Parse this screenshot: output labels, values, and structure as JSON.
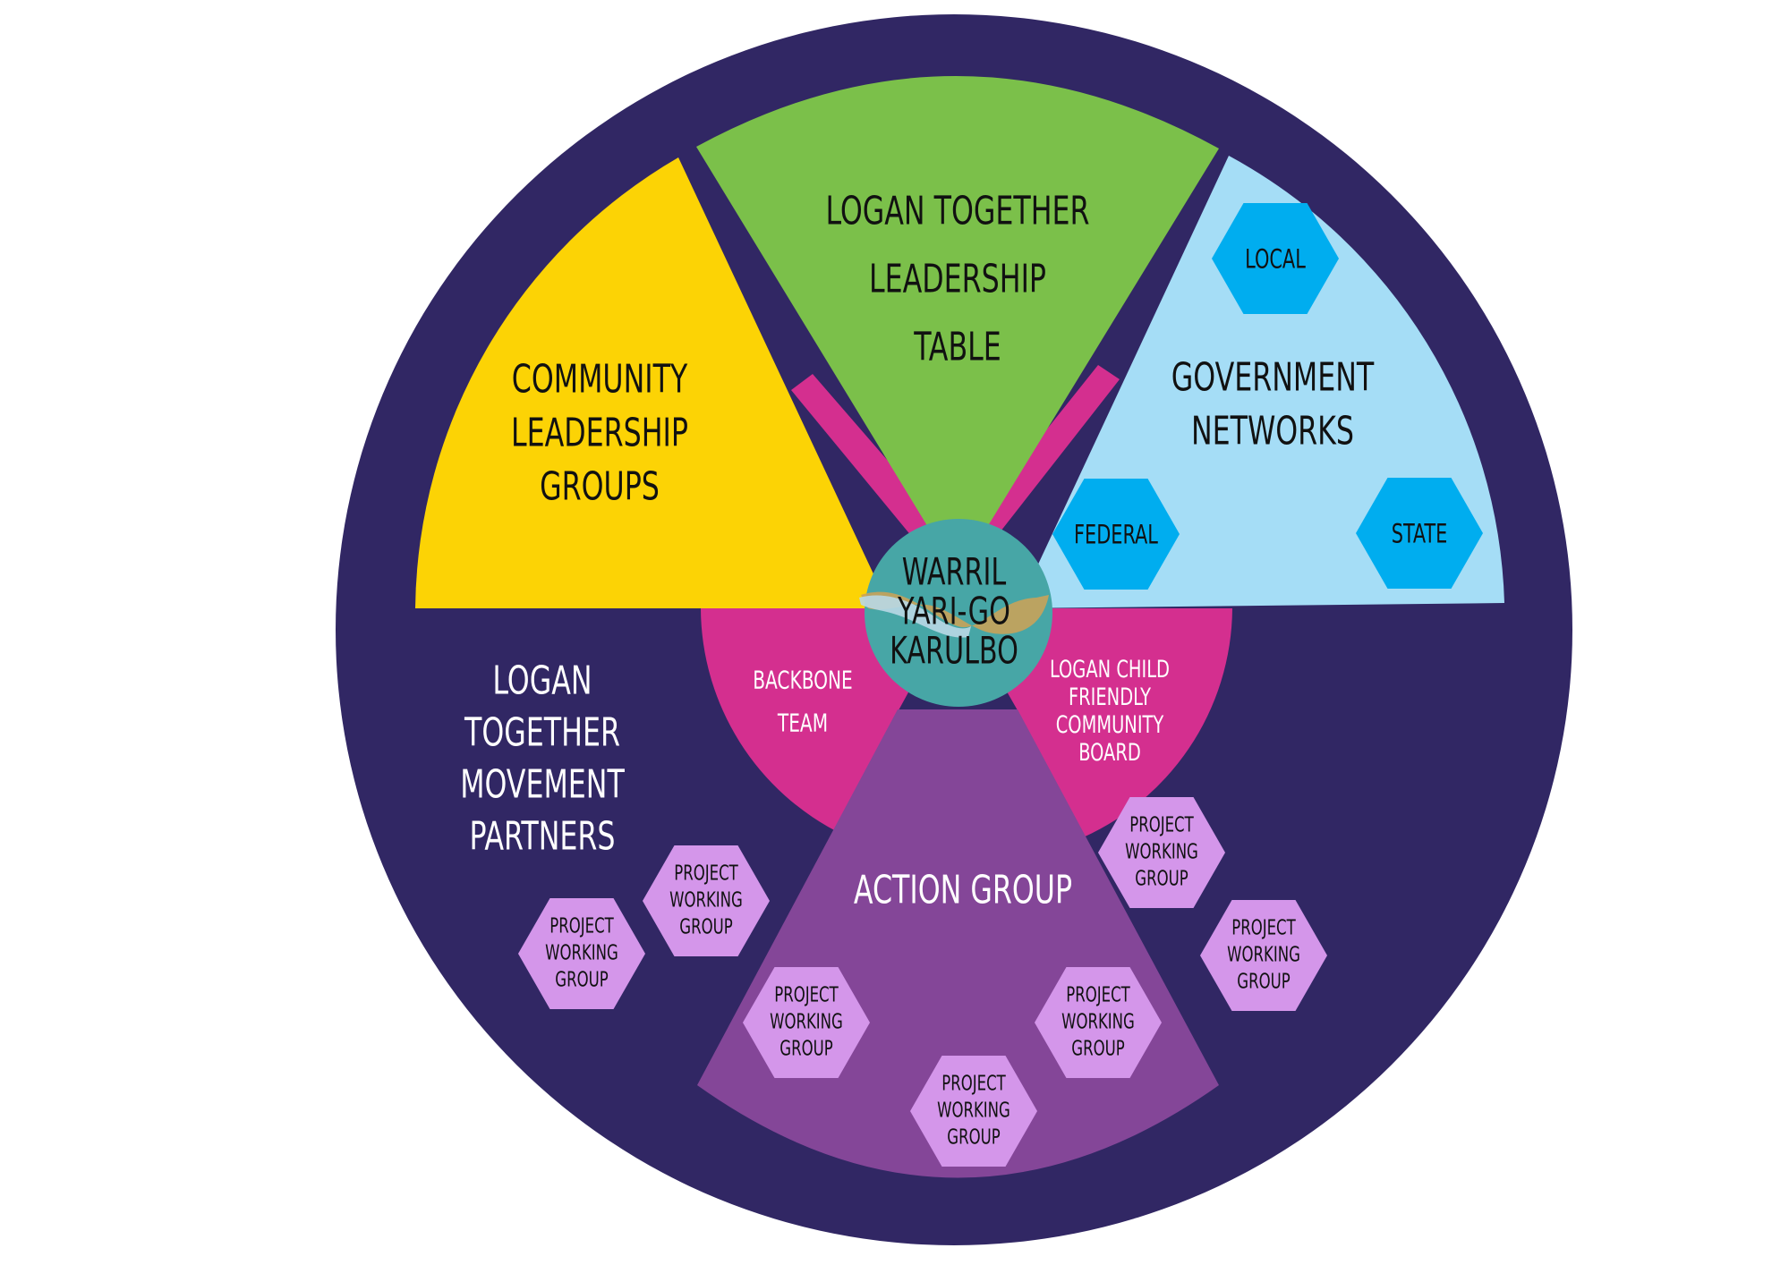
{
  "center": {
    "lines": [
      "WARRIL",
      "YARI-GO",
      "KARULBO"
    ]
  },
  "segments": {
    "leadership_table": {
      "lines": [
        "LOGAN TOGETHER",
        "LEADERSHIP",
        "TABLE"
      ]
    },
    "community_leadership": {
      "lines": [
        "COMMUNITY",
        "LEADERSHIP",
        "GROUPS"
      ]
    },
    "government_networks": {
      "lines": [
        "GOVERNMENT",
        "NETWORKS"
      ],
      "hexes": [
        {
          "lines": [
            "LOCAL"
          ]
        },
        {
          "lines": [
            "FEDERAL"
          ]
        },
        {
          "lines": [
            "STATE"
          ]
        }
      ]
    },
    "backbone_team": {
      "lines": [
        "BACKBONE",
        "TEAM"
      ]
    },
    "child_friendly_board": {
      "lines": [
        "LOGAN CHILD",
        "FRIENDLY",
        "COMMUNITY",
        "BOARD"
      ]
    },
    "action_group": {
      "lines": [
        "ACTION GROUP"
      ]
    },
    "movement_partners": {
      "lines": [
        "LOGAN",
        "TOGETHER",
        "MOVEMENT",
        "PARTNERS"
      ]
    }
  },
  "project_working_groups": [
    {
      "lines": [
        "PROJECT",
        "WORKING",
        "GROUP"
      ]
    },
    {
      "lines": [
        "PROJECT",
        "WORKING",
        "GROUP"
      ]
    },
    {
      "lines": [
        "PROJECT",
        "WORKING",
        "GROUP"
      ]
    },
    {
      "lines": [
        "PROJECT",
        "WORKING",
        "GROUP"
      ]
    },
    {
      "lines": [
        "PROJECT",
        "WORKING",
        "GROUP"
      ]
    },
    {
      "lines": [
        "PROJECT",
        "WORKING",
        "GROUP"
      ]
    },
    {
      "lines": [
        "PROJECT",
        "WORKING",
        "GROUP"
      ]
    }
  ],
  "colors": {
    "outer_ring": "#312764",
    "leadership_table": "#7bc04a",
    "community_leadership": "#fcd305",
    "government_networks": "#a5ddf6",
    "government_hex": "#00adef",
    "magenta_ring": "#d42f8f",
    "action_group": "#844698",
    "project_hex": "#d496ea",
    "center": "#47a6a6"
  }
}
